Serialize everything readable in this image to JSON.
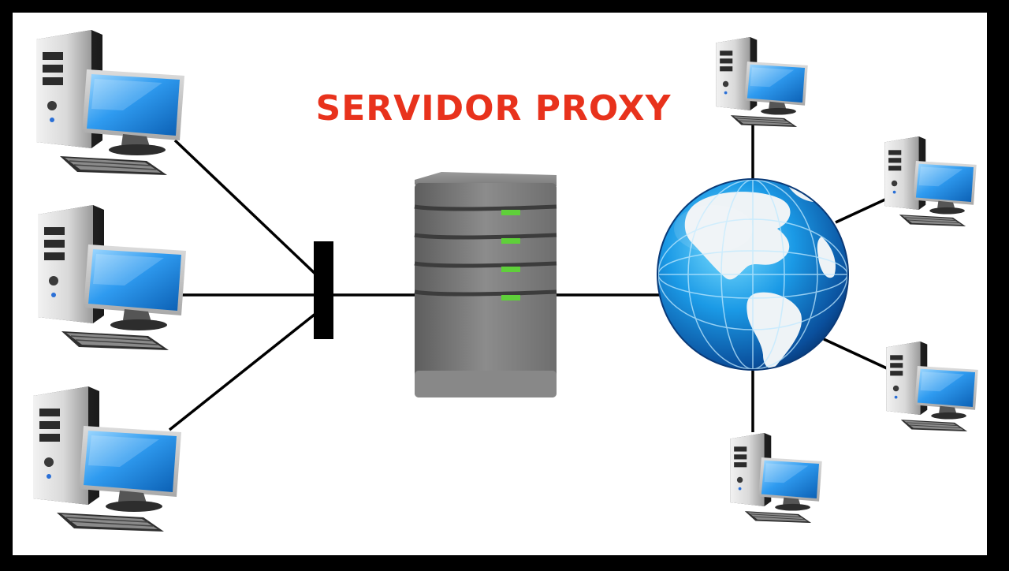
{
  "diagram": {
    "title": "SERVIDOR PROXY",
    "colors": {
      "frame": "#000000",
      "background": "#ffffff",
      "title": "#e8321c",
      "connector": "#000000",
      "screen": "#1e88e5",
      "server_body": "#6b6b6b",
      "server_led": "#5fd03a",
      "globe_ocean": "#0a7fd6",
      "globe_land": "#eef3f6"
    },
    "nodes": {
      "clients": [
        "client-computer-1",
        "client-computer-2",
        "client-computer-3"
      ],
      "hub": "network-hub",
      "proxy": "proxy-server",
      "internet": "internet-globe",
      "remote": [
        "remote-computer-1",
        "remote-computer-2",
        "remote-computer-3",
        "remote-computer-4"
      ]
    },
    "server_led_count": 4
  }
}
